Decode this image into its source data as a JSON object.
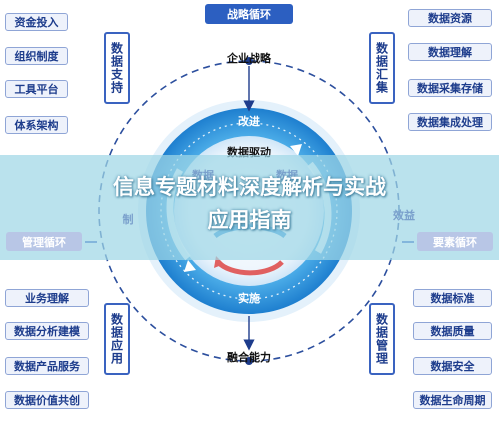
{
  "top_label": "战略循环",
  "top_node": "企业战略",
  "bottom_node": "融合能力",
  "inner": {
    "top": "改进",
    "bottom": "实施",
    "driver": "数据驱动",
    "faint_top_1": "数据",
    "faint_top_2": "数据",
    "left_partial": "制",
    "right_partial": "效益"
  },
  "side_labels": {
    "left": "管理循环",
    "right": "要素循环"
  },
  "groups": {
    "top_left": {
      "title": "数据支持",
      "items": [
        "资金投入",
        "组织制度",
        "工具平台",
        "体系架构"
      ]
    },
    "top_right": {
      "title": "数据汇集",
      "items": [
        "数据资源",
        "数据理解",
        "数据采集存储",
        "数据集成处理"
      ]
    },
    "bottom_left": {
      "title": "数据应用",
      "items": [
        "业务理解",
        "数据分析建模",
        "数据产品服务",
        "数据价值共创"
      ]
    },
    "bottom_right": {
      "title": "数据管理",
      "items": [
        "数据标准",
        "数据质量",
        "数据安全",
        "数据生命周期"
      ]
    }
  },
  "banner": {
    "line1": "信息专题材料深度解析与实战",
    "line2": "应用指南"
  },
  "colors": {
    "primary_blue": "#2c5fc1",
    "ring_blue": "#2a8fd6",
    "inner_blue": "#1a9be0",
    "banner_overlay": "#a0d7e6",
    "arrow_red": "#e06060"
  }
}
